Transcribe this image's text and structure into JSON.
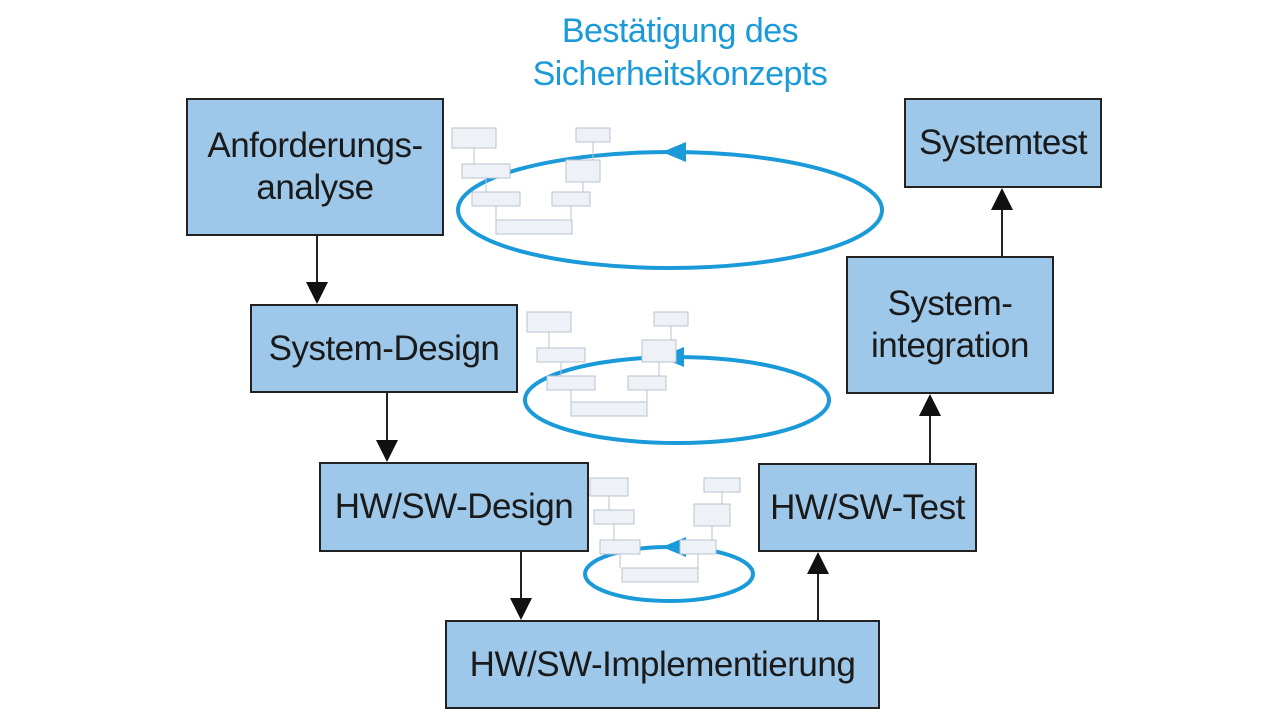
{
  "heading": "Bestätigung des\nSicherheitskonzepts",
  "boxes": {
    "anforderungsanalyse": "Anforderungs-\nanalyse",
    "system_design": "System-Design",
    "hw_sw_design": "HW/SW-Design",
    "hw_sw_implementierung": "HW/SW-Implementierung",
    "hw_sw_test": "HW/SW-Test",
    "systemintegration": "System-\nintegration",
    "systemtest": "Systemtest"
  },
  "colors": {
    "box_fill": "#9ec8ea",
    "accent_blue": "#1a9ad8",
    "border": "#222222"
  }
}
